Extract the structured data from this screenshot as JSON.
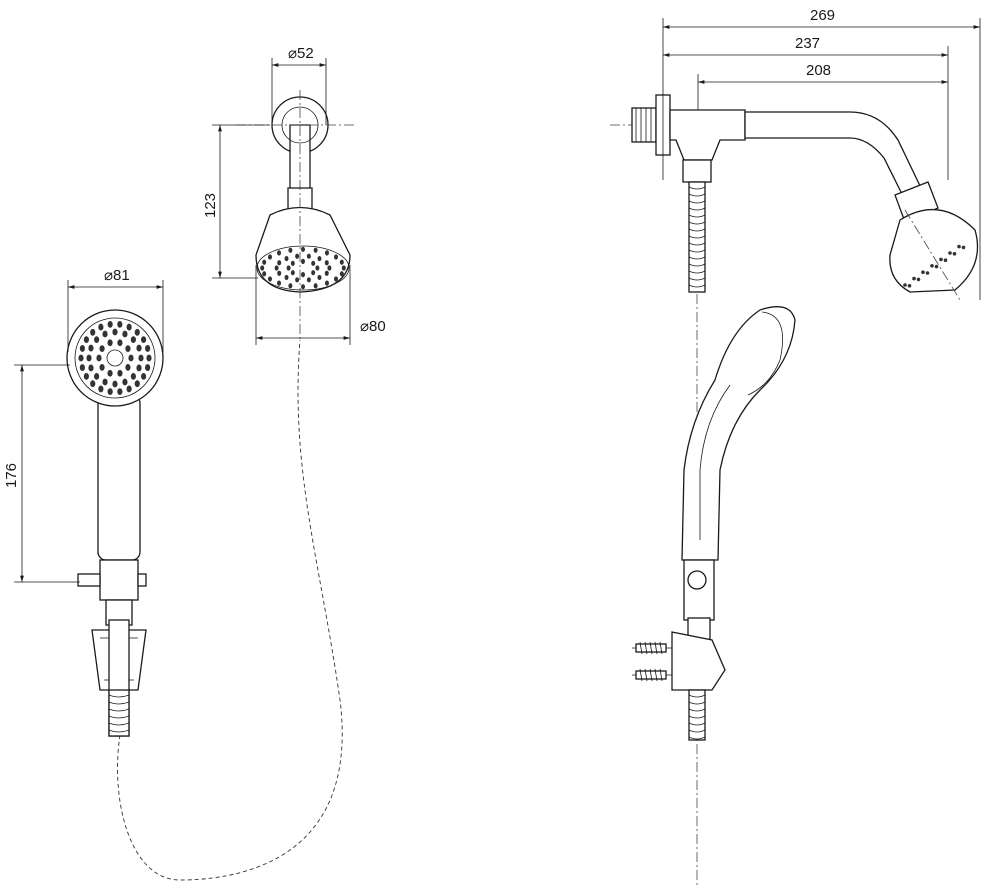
{
  "title": "Shower set technical drawing",
  "dimensions": {
    "wall_arm_diameter": "⌀52",
    "wall_arm_height": "123",
    "fixed_head_diameter": "⌀80",
    "hand_shower_diameter": "⌀81",
    "hand_shower_length": "176",
    "total_projection": "269",
    "arm_projection": "237",
    "arm_inner_projection": "208"
  },
  "colors": {
    "line": "#1a1a1a",
    "background": "#ffffff"
  }
}
